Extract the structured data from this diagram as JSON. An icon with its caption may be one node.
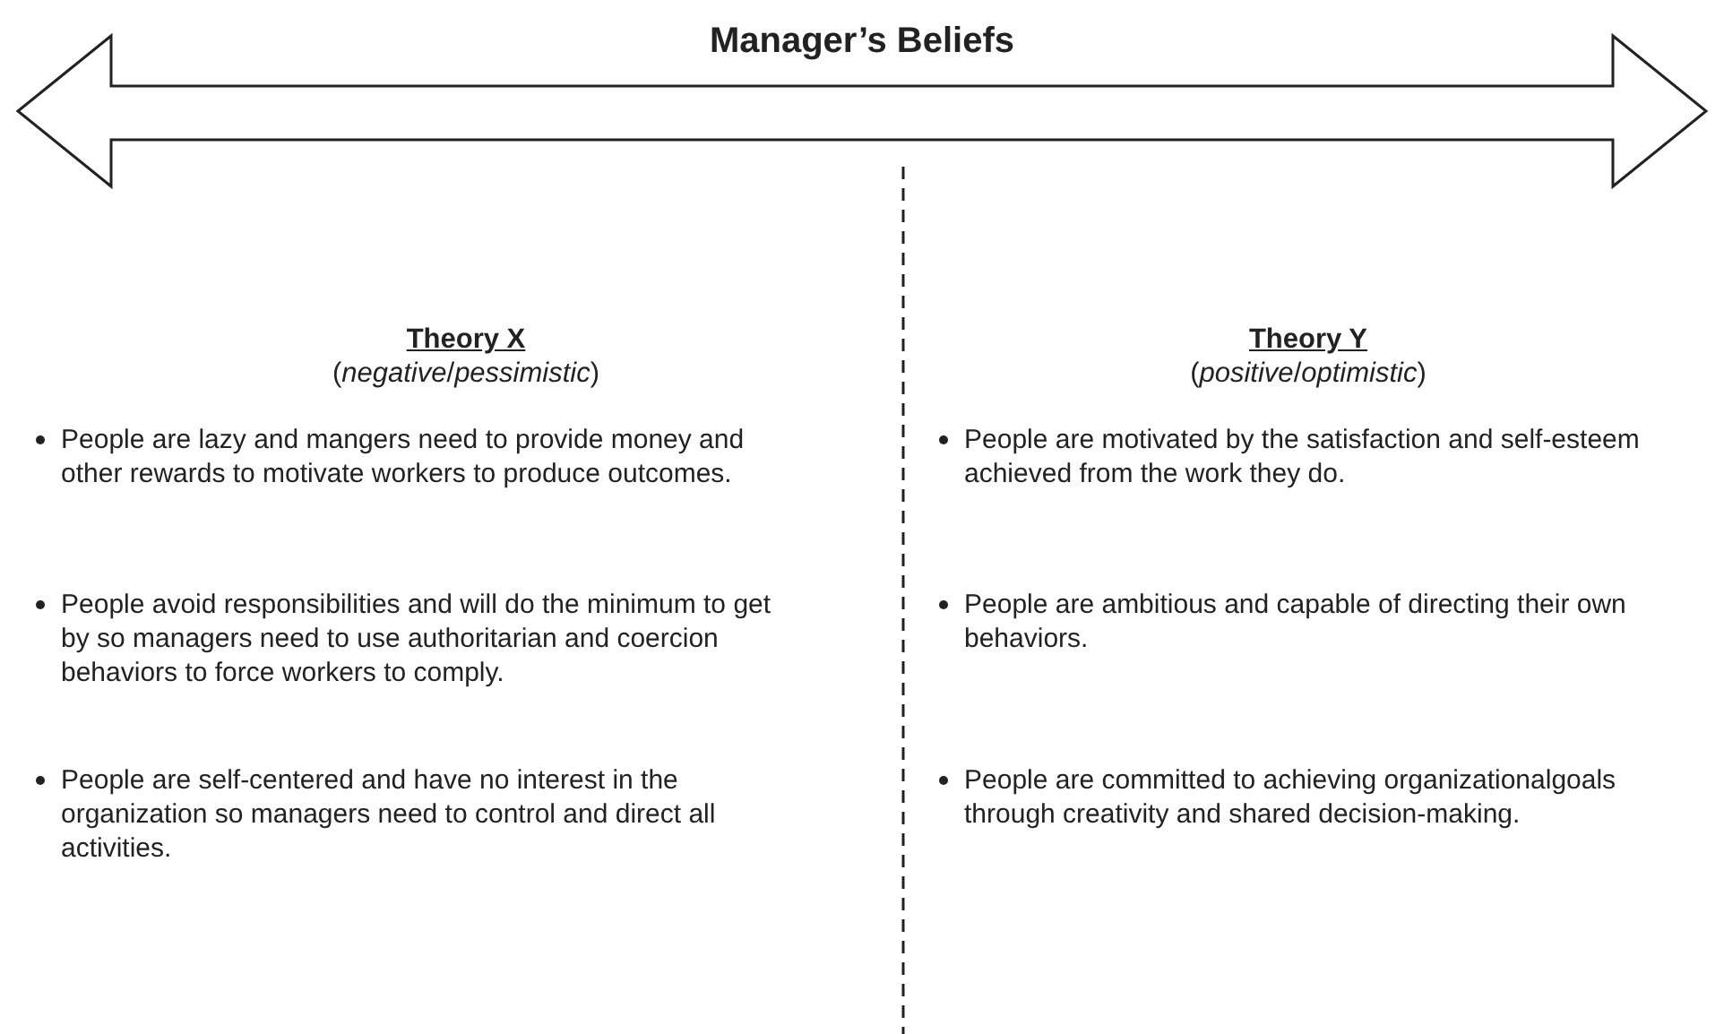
{
  "diagram": {
    "title": "Manager’s Beliefs",
    "labels": [
      "Theory X",
      "(*negative*/*pessimistic*)",
      "Theory Y",
      "(*positive*/*optimistic*)",
      "People are lazy and mangers need to provide money and other rewards to motivate workers to produce outcomes.",
      "People are motivated by the satisfaction and self-esteem achieved from the work they do.",
      "People avoid responsibilities and will do the minimum to get by so managers need to use authoritarian and coercion behaviors to force workers to comply.",
      "People are ambitious and capable of directing their own behaviors.",
      "People are self-centered and have no interest in the organization so managers need to control and direct all activities.",
      "People are committed to achieving organizationalgoals through creativity and shared decision-making."
    ]
  }
}
